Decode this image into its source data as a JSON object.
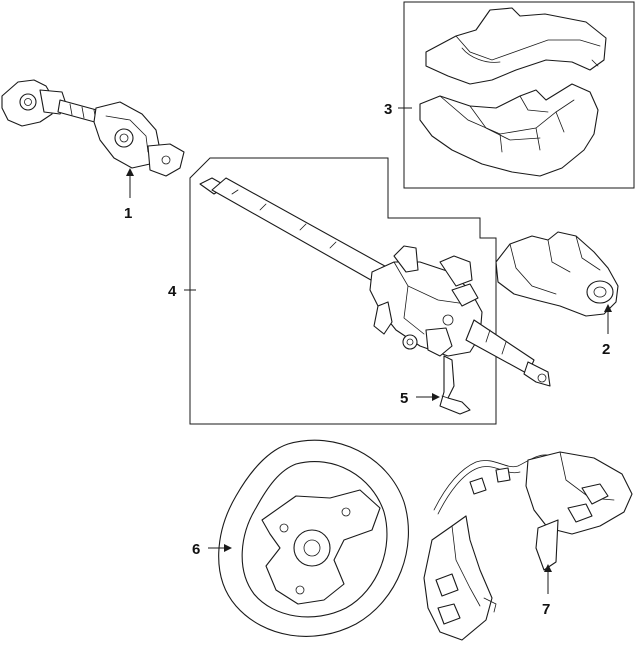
{
  "diagram": {
    "background": "#ffffff",
    "line_color": "#1a1a1a",
    "callouts": {
      "c1": "1",
      "c2": "2",
      "c3": "3",
      "c4": "4",
      "c5": "5",
      "c6": "6",
      "c7": "7"
    },
    "parts": [
      "intermediate-shaft",
      "ignition-switch-housing",
      "column-cover",
      "steering-column",
      "tilt-lever",
      "steering-wheel",
      "wheel-switch-assembly"
    ]
  }
}
